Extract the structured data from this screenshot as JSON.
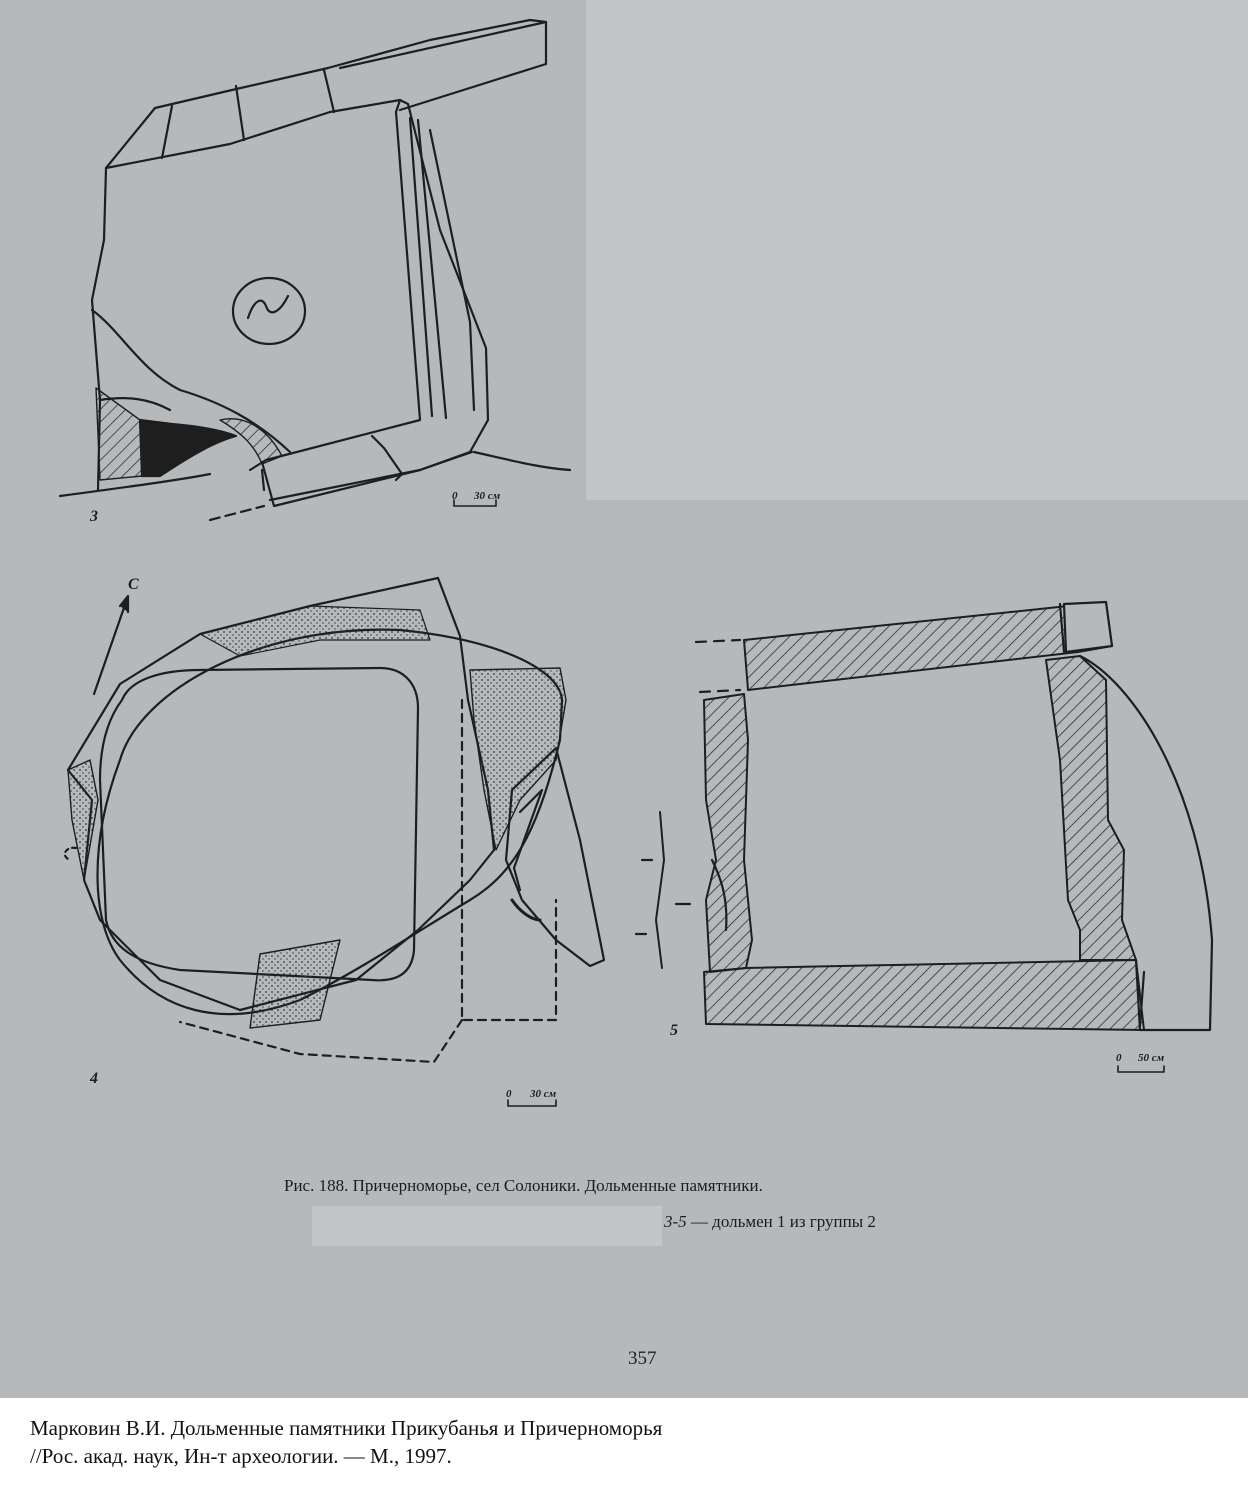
{
  "figures": {
    "fig3": {
      "label": "3",
      "scale_zero": "0",
      "scale_length": "30 см"
    },
    "fig4": {
      "label": "4",
      "north": "С",
      "scale_zero": "0",
      "scale_length": "30 см"
    },
    "fig5": {
      "label": "5",
      "scale_zero": "0",
      "scale_length": "50 см"
    }
  },
  "caption": {
    "main": "Рис. 188. Причерноморье, сел Солоники. Дольменные памятники.",
    "sub_range": "3-5",
    "sub_text": " — дольмен 1 из группы 2"
  },
  "page_number": "357",
  "citation": {
    "line1": "Марковин В.И. Дольменные памятники Прикубанья и Причерноморья",
    "line2": "//Рос. акад. наук, Ин-т археологии. — М., 1997."
  },
  "colors": {
    "paper": "#b6b9bb",
    "redaction": "#c3c6c7",
    "ink": "#1e1e1e"
  }
}
